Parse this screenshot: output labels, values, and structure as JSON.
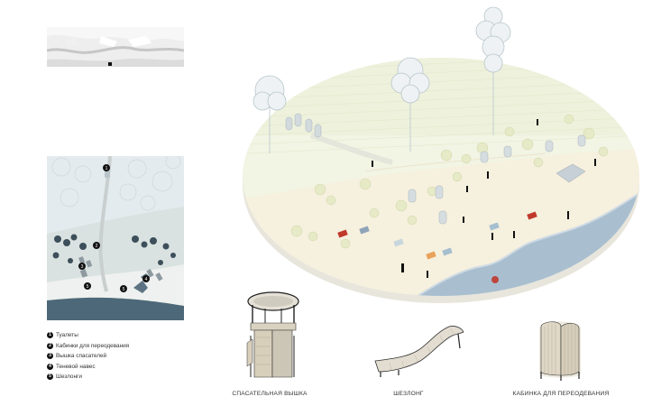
{
  "legend": {
    "items": [
      {
        "num": "1",
        "label": "Туалеты"
      },
      {
        "num": "2",
        "label": "Кабинки для переодевания"
      },
      {
        "num": "3",
        "label": "Вышка спасателей"
      },
      {
        "num": "4",
        "label": "Теневой навес"
      },
      {
        "num": "5",
        "label": "Шезлонги"
      }
    ]
  },
  "plan_markers": [
    "1",
    "2",
    "3",
    "4",
    "5"
  ],
  "captions": {
    "tower": "СПАСАТЕЛЬНАЯ ВЫШКА",
    "lounger": "ШЕЗЛОНГ",
    "cabin": "КАБИНКА ДЛЯ ПЕРЕОДЕВАНИЯ"
  },
  "colors": {
    "water": "#a9bfd0",
    "sand": "#f4eedd",
    "greenery": "#eef1dc",
    "marker": "#111111",
    "accent_red": "#c0392b",
    "accent_orange": "#e8a25a"
  }
}
